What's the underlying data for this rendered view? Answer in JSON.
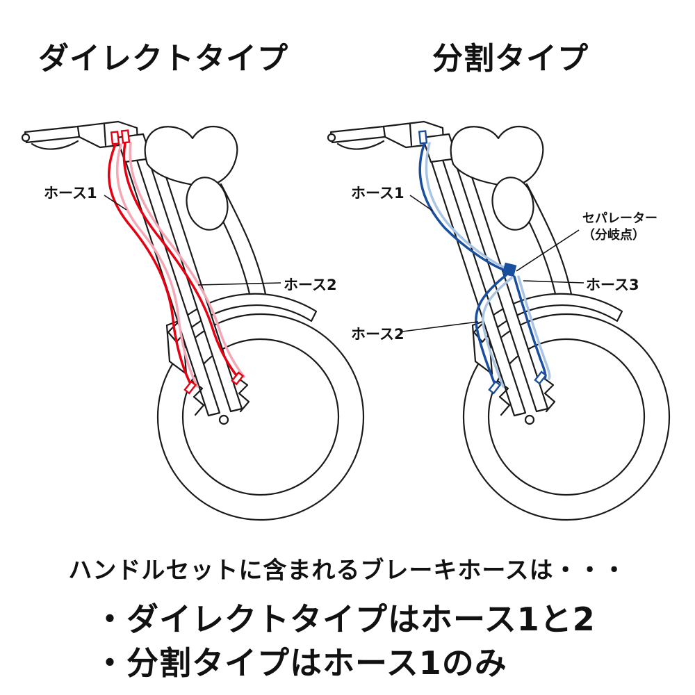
{
  "titles": {
    "left": "ダイレクトタイプ",
    "right": "分割タイプ"
  },
  "labels": {
    "left_hose1": "ホース1",
    "left_hose2": "ホース2",
    "right_hose1": "ホース1",
    "separator_line1": "セパレーター",
    "separator_line2": "（分岐点）",
    "right_hose3": "ホース3",
    "right_hose2": "ホース2"
  },
  "footer": {
    "intro": "ハンドルセットに含まれるブレーキホースは・・・",
    "bullet1": "・ダイレクトタイプはホース1と2",
    "bullet2": "・分割タイプはホース1のみ"
  },
  "colors": {
    "direct_hose": "#e60012",
    "direct_hose_light": "#f4a7b4",
    "split_hose": "#1a4e9e",
    "split_hose_light": "#aac4e4",
    "line": "#1a1a1a"
  }
}
